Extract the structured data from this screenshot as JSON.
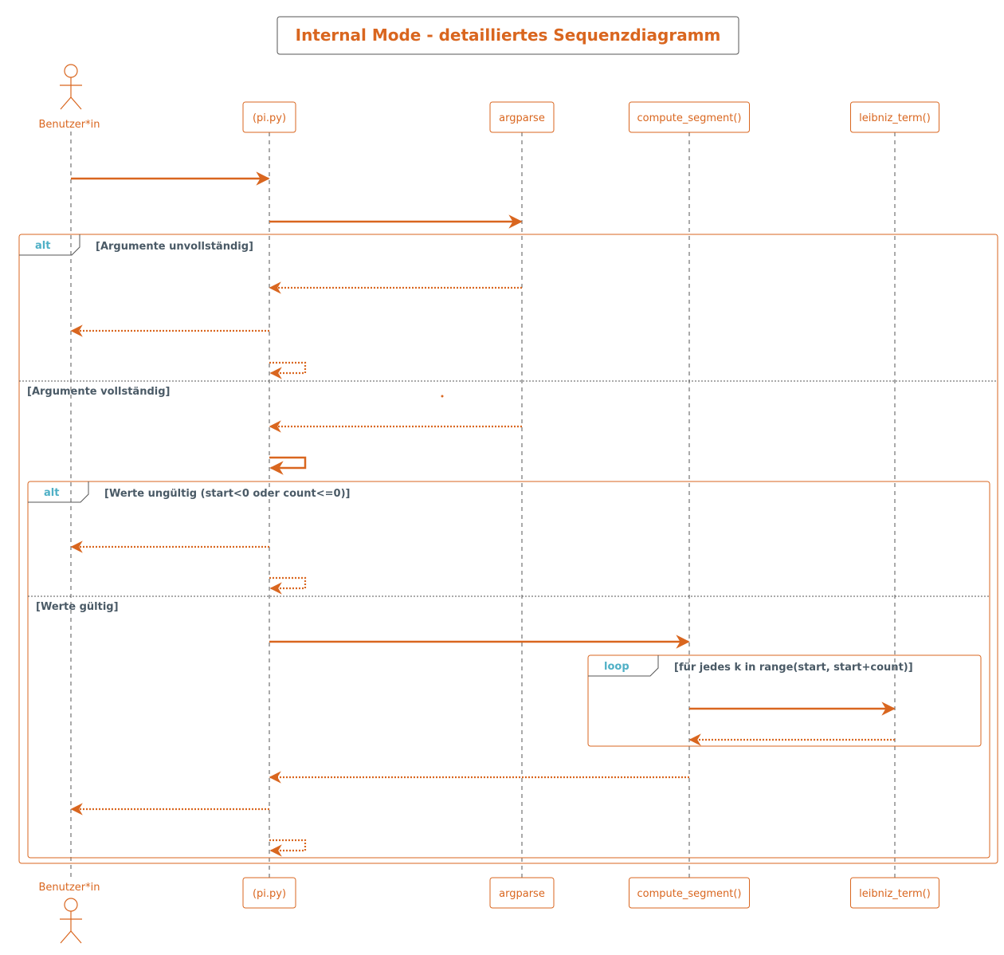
{
  "diagram": {
    "type": "sequence",
    "title": "Internal Mode - detailliertes Sequenzdiagramm",
    "colors": {
      "accent": "#d9661f",
      "lifeline": "#555555",
      "frame_keyword": "#4fb0c6",
      "guard_text": "#4a5a66",
      "background": "#ffffff"
    },
    "participants": [
      {
        "id": "user",
        "label": "Benutzer*in",
        "kind": "actor"
      },
      {
        "id": "pi",
        "label": "(pi.py)",
        "kind": "box"
      },
      {
        "id": "argparse",
        "label": "argparse",
        "kind": "box"
      },
      {
        "id": "compute",
        "label": "compute_segment()",
        "kind": "box"
      },
      {
        "id": "leibniz",
        "label": "leibniz_term()",
        "kind": "box"
      }
    ],
    "messages": [
      {
        "from": "user",
        "to": "pi",
        "style": "solid"
      },
      {
        "from": "pi",
        "to": "argparse",
        "style": "solid"
      },
      {
        "from": "argparse",
        "to": "pi",
        "style": "dotted"
      },
      {
        "from": "pi",
        "to": "user",
        "style": "dotted"
      },
      {
        "from": "pi",
        "to": "pi",
        "style": "dotted"
      },
      {
        "from": "argparse",
        "to": "pi",
        "style": "dotted"
      },
      {
        "from": "pi",
        "to": "pi",
        "style": "solid"
      },
      {
        "from": "pi",
        "to": "user",
        "style": "dotted"
      },
      {
        "from": "pi",
        "to": "pi",
        "style": "dotted"
      },
      {
        "from": "pi",
        "to": "compute",
        "style": "solid"
      },
      {
        "from": "compute",
        "to": "leibniz",
        "style": "solid"
      },
      {
        "from": "leibniz",
        "to": "compute",
        "style": "dotted"
      },
      {
        "from": "compute",
        "to": "pi",
        "style": "dotted"
      },
      {
        "from": "pi",
        "to": "user",
        "style": "dotted"
      },
      {
        "from": "pi",
        "to": "pi",
        "style": "dotted"
      }
    ],
    "frames": [
      {
        "id": "alt_outer",
        "kind": "alt",
        "guard": "[Argumente unvollständig]",
        "else_guard": "[Argumente vollständig]"
      },
      {
        "id": "alt_inner",
        "kind": "alt",
        "guard": "[Werte ungültig (start<0 oder count<=0)]",
        "else_guard": "[Werte gültig]"
      },
      {
        "id": "loop",
        "kind": "loop",
        "guard": "[für jedes k in range(start, start+count)]"
      }
    ]
  }
}
